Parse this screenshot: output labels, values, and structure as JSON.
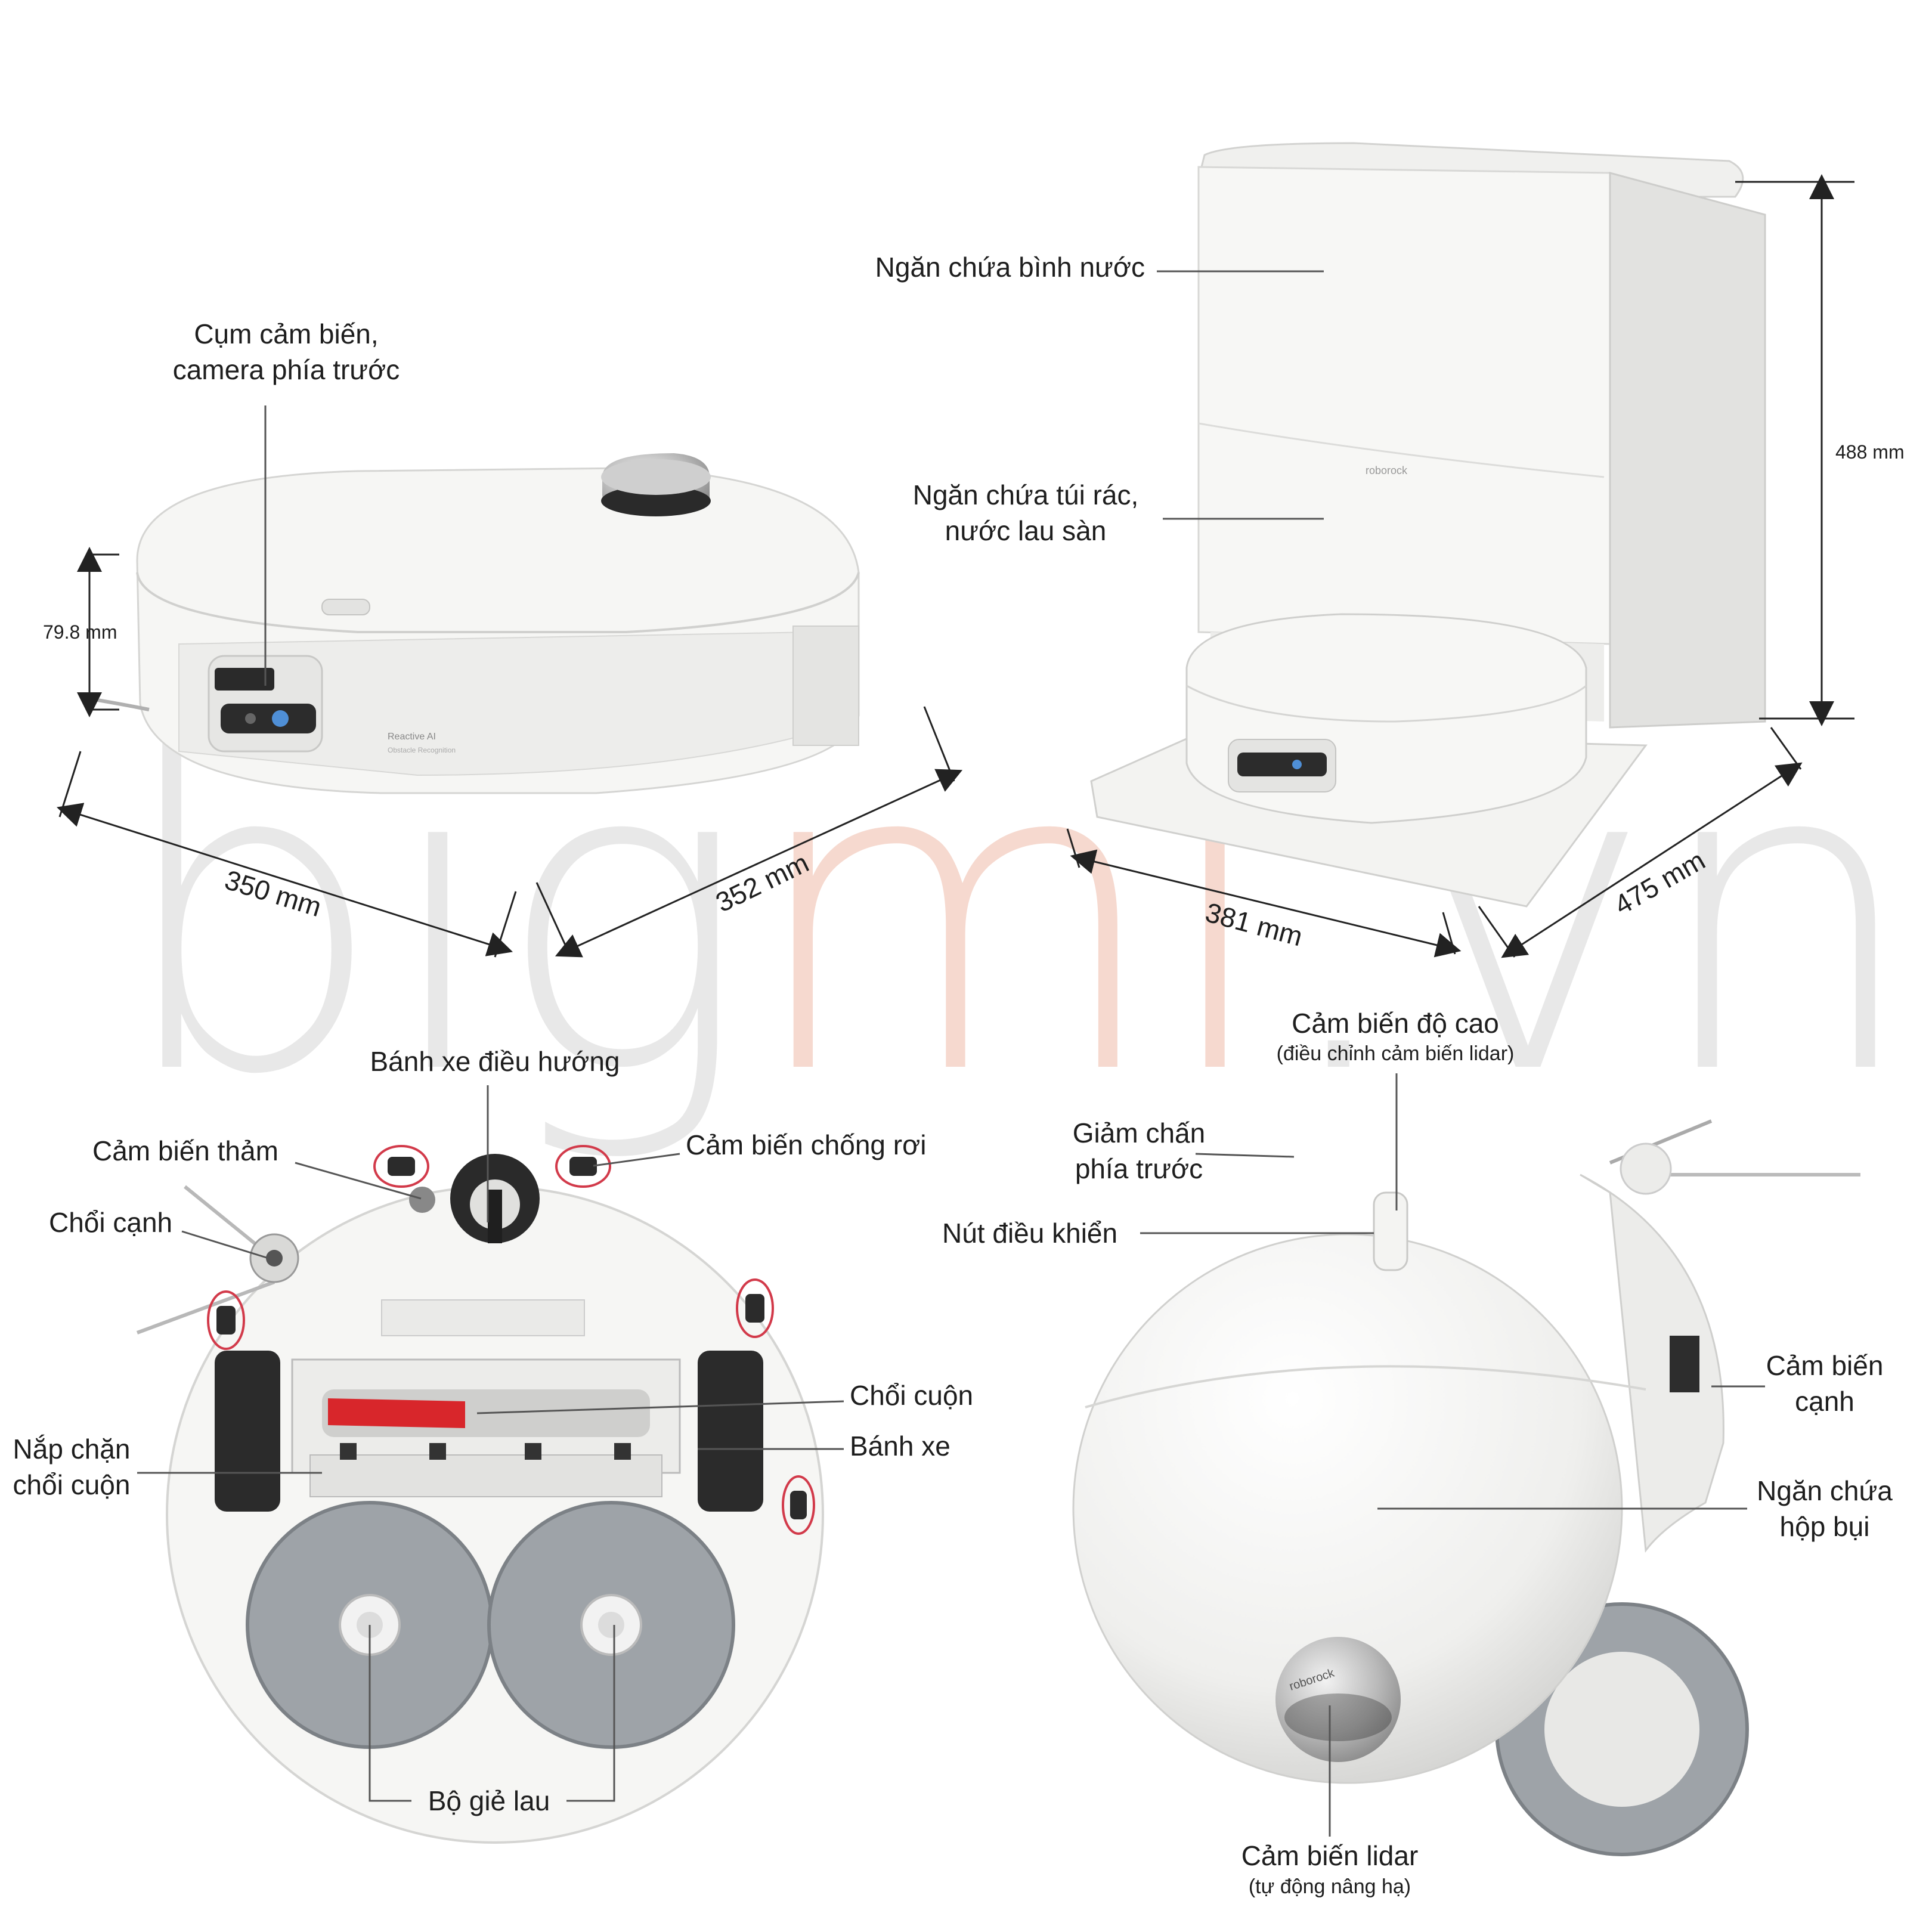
{
  "watermark": {
    "part1": "big",
    "part2": "mi",
    "part3": ".vn",
    "color_gray": "#e8e8e8",
    "color_accent": "#f6d9cf"
  },
  "labels": {
    "front_sensor": [
      "Cụm cảm biến,",
      "camera phía trước"
    ],
    "height_dim": "79.8 mm",
    "width_350": "350 mm",
    "depth_352": "352 mm",
    "water_tank": "Ngăn chứa bình nước",
    "trash_bag": [
      "Ngăn chứa túi rác,",
      "nước lau sàn"
    ],
    "dock_height": "488 mm",
    "dock_width": "381 mm",
    "dock_depth": "475 mm",
    "steer_wheel": "Bánh xe điều hướng",
    "carpet_sensor": "Cảm biến thảm",
    "cliff_sensor": "Cảm biến chống rơi",
    "side_brush": "Chổi cạnh",
    "main_brush": "Chổi cuộn",
    "wheel": "Bánh xe",
    "brush_cover": [
      "Nắp chặn",
      "chổi cuộn"
    ],
    "mop_set": "Bộ giẻ lau",
    "height_sensor": "Cảm biến độ cao",
    "height_sensor_sub": "(điều chỉnh cảm biến lidar)",
    "bumper": [
      "Giảm chấn",
      "phía trước"
    ],
    "control_btn": "Nút điều khiển",
    "side_sensor": [
      "Cảm biến",
      "cạnh"
    ],
    "dust_bin": [
      "Ngăn chứa",
      "hộp bụi"
    ],
    "lidar": "Cảm biến lidar",
    "lidar_sub": "(tự động nâng hạ)"
  },
  "product_text": {
    "robot_badge": [
      "Reactive AI",
      "Obstacle Recognition"
    ],
    "brand": "roborock"
  },
  "colors": {
    "robot": "#f4f4f2",
    "shade": "#dcdcda",
    "mop": "#9ea3a8",
    "brush": "#d8262b",
    "circle": "#d23a4a",
    "line": "#555555"
  }
}
